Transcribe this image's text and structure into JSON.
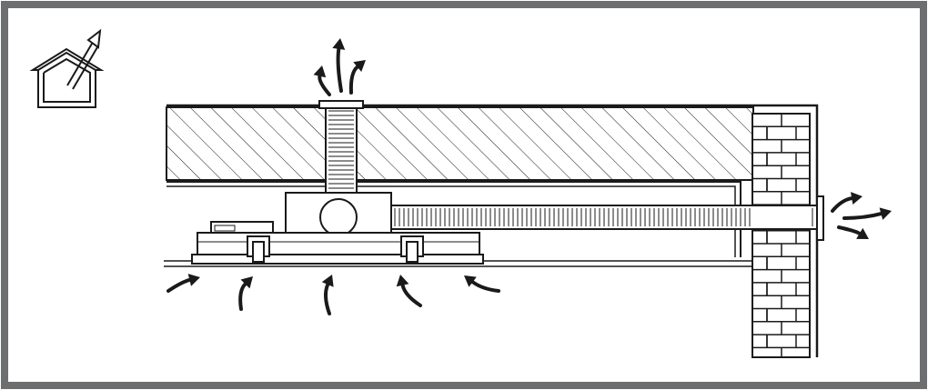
{
  "diagram": {
    "frame_color": "#6d6e70",
    "line_color": "#1a1a1a",
    "fill_color": "#ffffff",
    "icon": "house-exhaust-outside-icon",
    "components": [
      "ceiling-slab",
      "vertical-exhaust-duct",
      "cooker-hood-unit",
      "horizontal-exhaust-duct",
      "brick-wall",
      "suspended-ceiling"
    ],
    "airflow": {
      "intake_arrows": 5,
      "roof_outlet_arrows": 3,
      "wall_outlet_arrows": 3
    }
  }
}
